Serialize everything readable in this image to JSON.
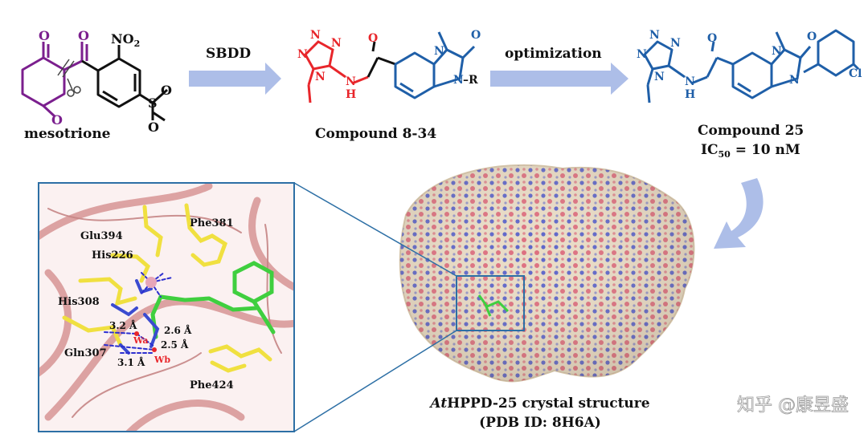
{
  "scheme": {
    "start_label": "mesotrione",
    "step1_label": "SBDD",
    "mid_label": "Compound 8-34",
    "step2_label": "optimization",
    "final_label": "Compound 25",
    "final_ic50_prefix": "IC",
    "final_ic50_sub": "50",
    "final_ic50_value": " = 10 nM"
  },
  "structure_atoms": {
    "nitro": "NO",
    "nitro_sub": "2",
    "sulfur": "S",
    "oxygen": "O",
    "nitrogen": "N",
    "amide_nh": "H",
    "r_group": "–R",
    "chlorine": "Cl"
  },
  "binding_site": {
    "residues": [
      "Glu394",
      "Phe381",
      "His226",
      "His308",
      "Gln307",
      "Phe424"
    ],
    "distances": [
      "3.2 Å",
      "2.6 Å",
      "2.5 Å",
      "3.1 Å"
    ],
    "waters": [
      "Wa",
      "Wb"
    ]
  },
  "crystal": {
    "prefix_italic": "At",
    "title_rest": "HPPD-25 crystal structure",
    "pdb": "(PDB ID: 8H6A)"
  },
  "watermark": "知乎 @康昱盛",
  "colors": {
    "mesotrione_purple": "#7b1f8e",
    "pharmacophore_red": "#e8262b",
    "core_blue": "#1f5fa8",
    "arrow_blue": "#9fb3e4",
    "ligand_green": "#3fcf3f",
    "residue_yellow": "#f0e040",
    "ribbon_pink": "#d99a9a"
  }
}
